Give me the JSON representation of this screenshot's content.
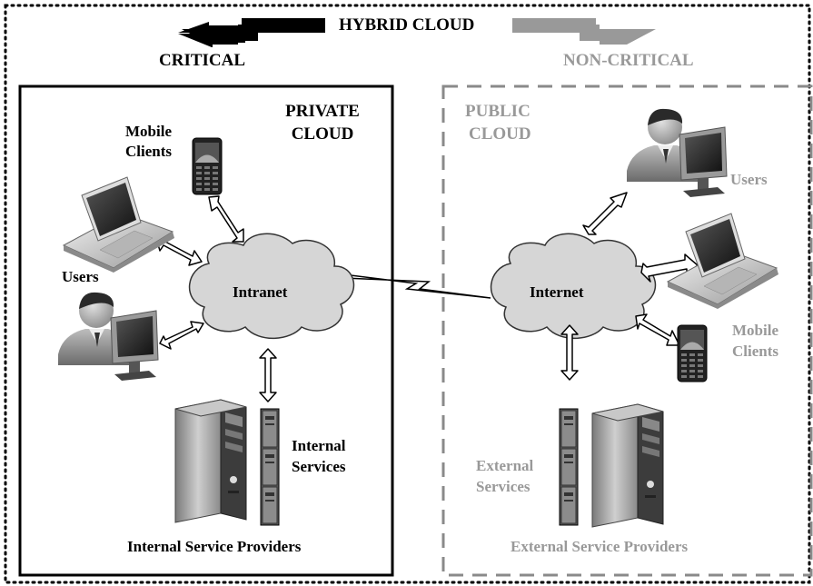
{
  "header": {
    "title": "HYBRID CLOUD",
    "left_label": "CRITICAL",
    "right_label": "NON-CRITICAL"
  },
  "private_cloud": {
    "title_line1": "PRIVATE",
    "title_line2": "CLOUD",
    "mobile_line1": "Mobile",
    "mobile_line2": "Clients",
    "users": "Users",
    "network": "Intranet",
    "services_line1": "Internal",
    "services_line2": "Services",
    "providers": "Internal Service Providers"
  },
  "public_cloud": {
    "title_line1": "PUBLIC",
    "title_line2": "CLOUD",
    "users": "Users",
    "mobile_line1": "Mobile",
    "mobile_line2": "Clients",
    "network": "Internet",
    "services_line1": "External",
    "services_line2": "Services",
    "providers": "External Service Providers"
  },
  "colors": {
    "critical": "#000000",
    "non_critical": "#999999",
    "cloud_fill": "#d6d6d6",
    "screen": "#2a2a2a"
  }
}
